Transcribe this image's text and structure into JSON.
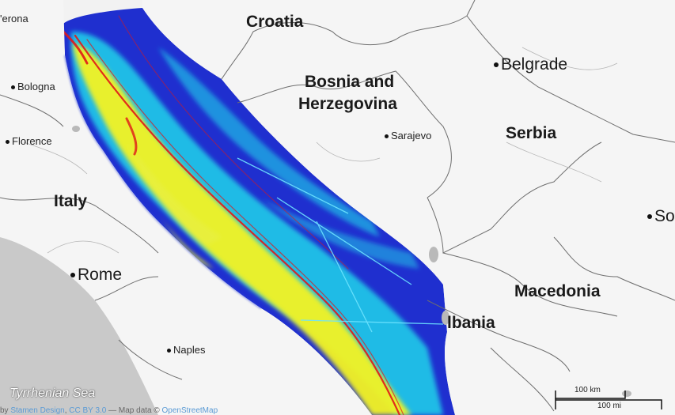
{
  "map": {
    "countries": {
      "croatia": "Croatia",
      "bosnia_line1": "Bosnia and",
      "bosnia_line2": "Herzegovina",
      "serbia": "Serbia",
      "italy": "Italy",
      "macedonia": "Macedonia",
      "albania": "lbania"
    },
    "cities": {
      "verona": "'erona",
      "bologna": "Bologna",
      "florence": "Florence",
      "rome": "Rome",
      "naples": "Naples",
      "belgrade": "Belgrade",
      "sarajevo": "Sarajevo",
      "sofia": "So"
    },
    "sea": "Tyrrhenian Sea",
    "scale": {
      "km": "100 km",
      "mi": "100 mi"
    },
    "attribution": {
      "prefix": "by",
      "link1": "Stamen Design",
      "license": "CC BY 3.0",
      "mapdata": "Map data ©",
      "link2": "OpenStreetMap"
    },
    "colors": {
      "land": "#f2f2f2",
      "sea_tyrrhenian": "#c9c9c9",
      "density_low": "#1a2fd6",
      "density_mid": "#1ed3ea",
      "density_high": "#f2f224",
      "density_peak": "#e01818",
      "border": "#6e6e6e"
    }
  }
}
